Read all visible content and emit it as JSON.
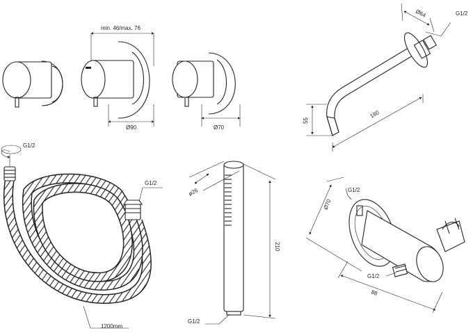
{
  "colors": {
    "line": "#222222",
    "background": "#ffffff"
  },
  "dimensions": {
    "mixer_width": "min. 46/max. 76",
    "mixer_plate_diameter": "Ø90",
    "stop_valve_diameter": "Ø70",
    "spout_plate_diameter": "Ø64",
    "spout_thread": "G1/2",
    "spout_length": "180",
    "spout_height": "55",
    "hose_thread_left": "G1/2",
    "hose_thread_right": "G1/2",
    "hose_length": "1200mm",
    "hand_shower_diameter": "ø26",
    "hand_shower_length": "210",
    "hand_shower_thread": "G1/2",
    "outlet_plate_diameter": "Ø70",
    "outlet_top_thread": "G1/2",
    "outlet_bottom_thread": "G1/2",
    "outlet_depth": "88"
  }
}
